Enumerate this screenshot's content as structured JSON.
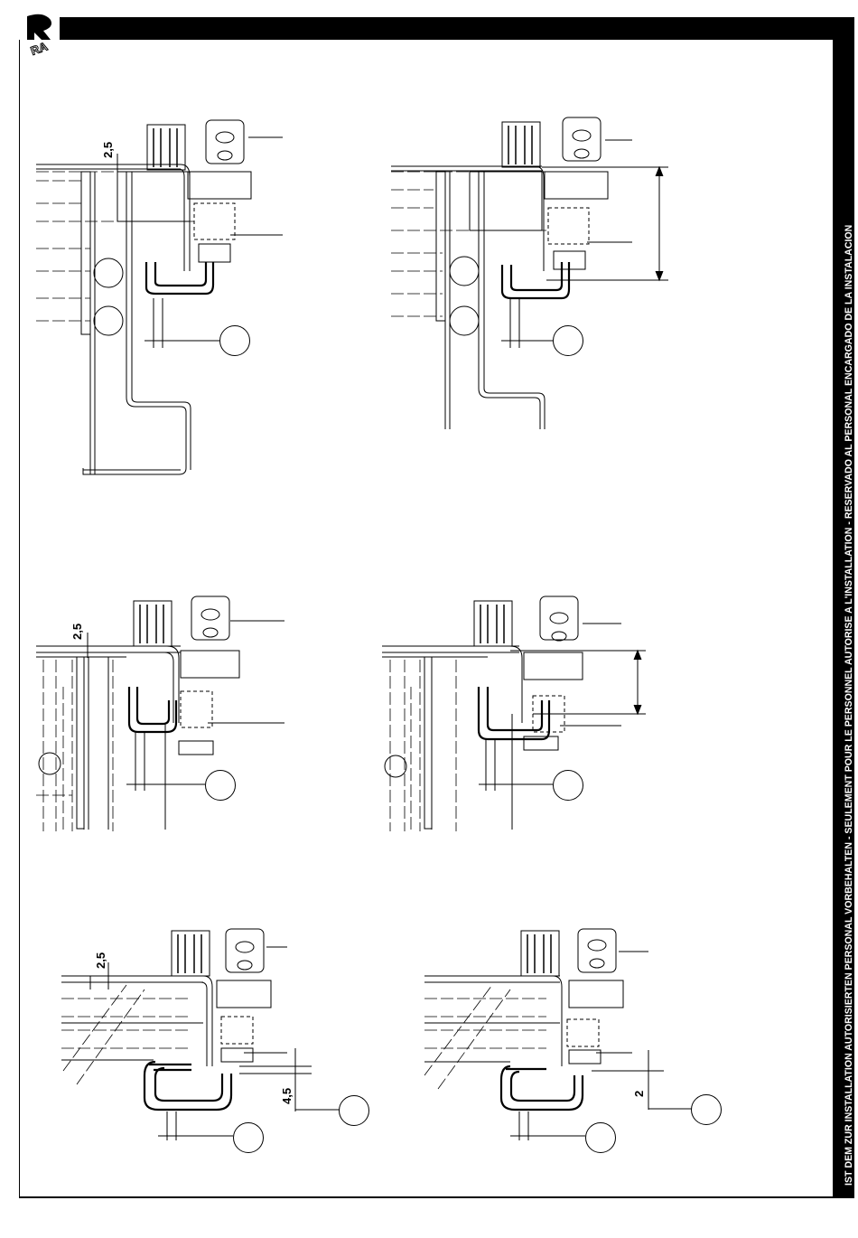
{
  "sidebar": {
    "text": "IST DEM ZUR INSTALLATION AUTORISIERTEN PERSONAL VORBEHALTEN - SEULEMENT POUR LE PERSONNEL AUTORISE A L'INSTALLATION - RESERVADO AL PERSONAL ENCARGADO DE LA INSTALACION"
  },
  "logo": {
    "text": "RA"
  },
  "dimensions": {
    "d1": "2,5",
    "d3": "2,5",
    "d5": "2,5",
    "d5b": "4,5",
    "d6b": "2"
  },
  "icons": [
    "logo-mark",
    "callout-circle"
  ]
}
